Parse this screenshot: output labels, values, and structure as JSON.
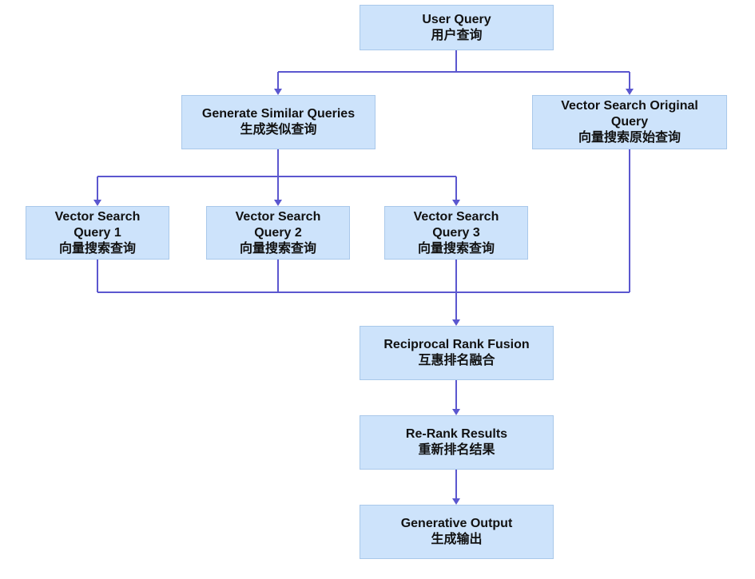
{
  "diagram": {
    "line_color": "#5b57cf",
    "node_fill": "#cde3fb",
    "node_border": "#a9c8ea",
    "nodes": {
      "user_query": {
        "en": "User Query",
        "zh": "用户查询"
      },
      "generate_similar": {
        "en": "Generate Similar Queries",
        "zh": "生成类似查询"
      },
      "vector_original": {
        "en1": "Vector Search Original",
        "en2": "Query",
        "zh": "向量搜索原始查询"
      },
      "vq1": {
        "en1": "Vector Search",
        "en2": "Query 1",
        "zh": "向量搜索查询"
      },
      "vq2": {
        "en1": "Vector Search",
        "en2": "Query 2",
        "zh": "向量搜索查询"
      },
      "vq3": {
        "en1": "Vector Search",
        "en2": "Query 3",
        "zh": "向量搜索查询"
      },
      "rrf": {
        "en": "Reciprocal Rank Fusion",
        "zh": "互惠排名融合"
      },
      "rerank": {
        "en": "Re-Rank Results",
        "zh": "重新排名结果"
      },
      "output": {
        "en": "Generative Output",
        "zh": "生成输出"
      }
    }
  }
}
